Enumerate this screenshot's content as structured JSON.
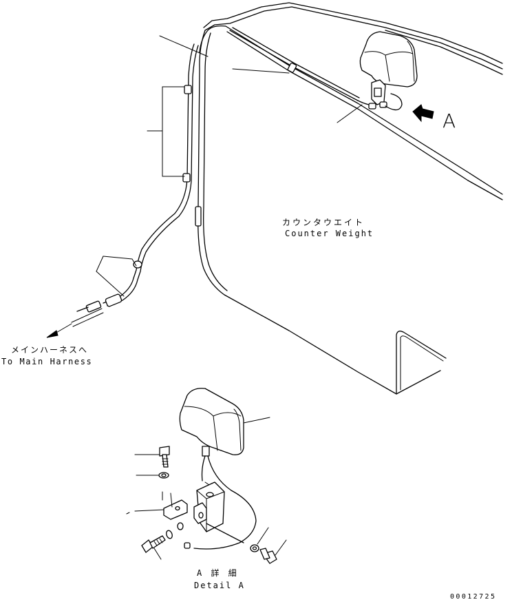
{
  "labels": {
    "counterweight_jp": "カウンタウエイト",
    "counterweight_en": "Counter Weight",
    "main_harness_jp": "メインハーネスへ",
    "main_harness_en": "To Main Harness",
    "detail_jp": "A 詳 細",
    "detail_en": "Detail A",
    "view_marker": "A",
    "drawing_number": "00012725"
  },
  "icons": [
    "view-direction-arrow-icon",
    "harness-direction-arrow-icon"
  ]
}
